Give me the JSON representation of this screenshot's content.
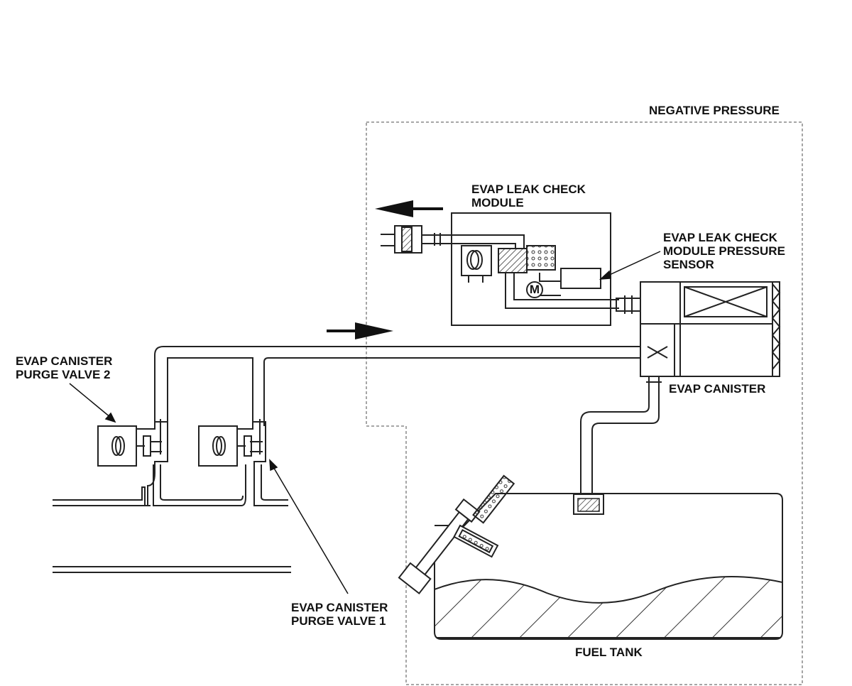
{
  "labels": {
    "negative_pressure": "NEGATIVE PRESSURE",
    "leak_module": [
      "EVAP LEAK CHECK",
      "MODULE"
    ],
    "pressure_sensor": [
      "EVAP LEAK CHECK",
      "MODULE PRESSURE",
      "SENSOR"
    ],
    "canister": "EVAP CANISTER",
    "purge_valve_2": [
      "EVAP CANISTER",
      "PURGE VALVE 2"
    ],
    "purge_valve_1": [
      "EVAP CANISTER",
      "PURGE VALVE 1"
    ],
    "fuel_tank": "FUEL TANK",
    "motor": "M"
  },
  "colors": {
    "line": "#222222",
    "dashed_region": "#888888",
    "hatch": "#333333"
  }
}
